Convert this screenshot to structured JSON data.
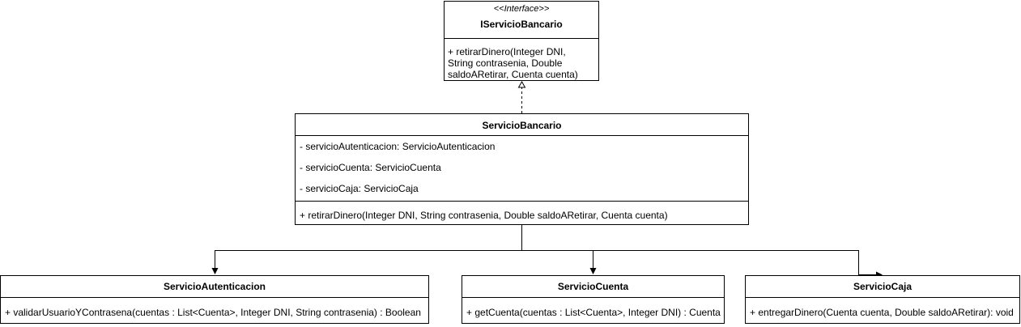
{
  "interface": {
    "stereotype": "<<Interface>>",
    "name": "IServicioBancario",
    "operation_lines": [
      "+ retirarDinero(Integer DNI,",
      "String contrasenia, Double",
      "saldoARetirar, Cuenta cuenta)"
    ]
  },
  "servicio_bancario": {
    "name": "ServicioBancario",
    "attributes": [
      "- servicioAutenticacion: ServicioAutenticacion",
      "- servicioCuenta: ServicioCuenta",
      "- servicioCaja: ServicioCaja"
    ],
    "operations": [
      "+ retirarDinero(Integer DNI, String contrasenia, Double saldoARetirar, Cuenta cuenta)"
    ]
  },
  "servicio_autenticacion": {
    "name": "ServicioAutenticacion",
    "operations": [
      "+ validarUsuarioYContrasena(cuentas : List<Cuenta>, Integer DNI, String contrasenia) : Boolean"
    ]
  },
  "servicio_cuenta": {
    "name": "ServicioCuenta",
    "operations": [
      "+ getCuenta(cuentas : List<Cuenta>, Integer DNI) : Cuenta"
    ]
  },
  "servicio_caja": {
    "name": "ServicioCaja",
    "operations": [
      "+ entregarDinero(Cuenta cuenta, Double saldoARetirar): void"
    ]
  },
  "colors": {
    "stroke": "#000000",
    "background": "#ffffff"
  }
}
